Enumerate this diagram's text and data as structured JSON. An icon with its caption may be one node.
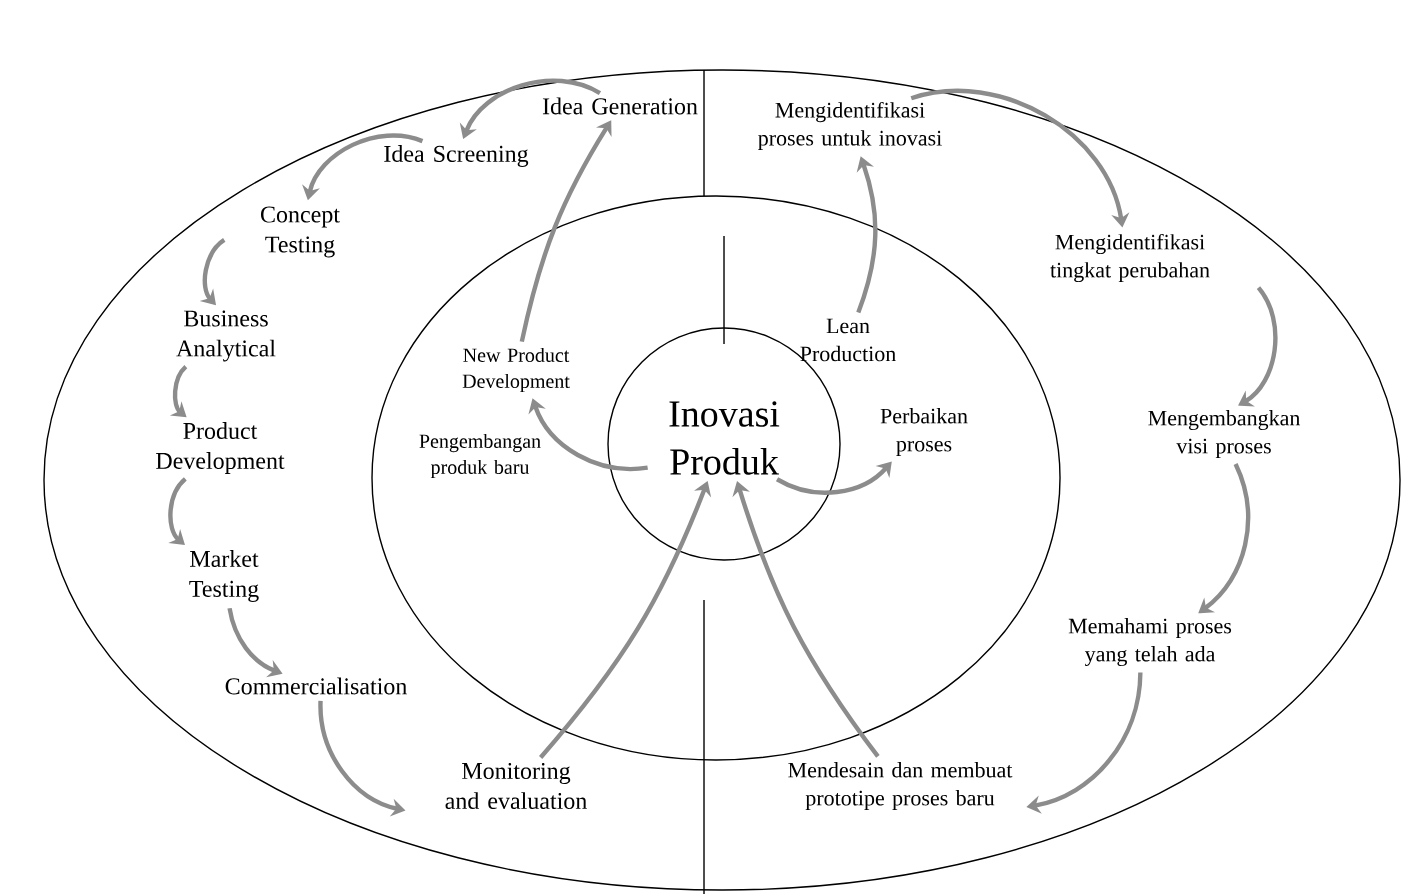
{
  "diagram": {
    "nodes": [
      {
        "text": [
          "Idea Generation"
        ]
      },
      {
        "text": [
          "Idea Screening"
        ]
      },
      {
        "text": [
          "Concept Testing"
        ]
      },
      {
        "text": [
          "Business Analytical"
        ]
      },
      {
        "text": [
          "Product Development"
        ]
      },
      {
        "text": [
          "Market Testing"
        ]
      },
      {
        "text": [
          "Commercialisation"
        ]
      },
      {
        "text": [
          "Monitoring and evaluation"
        ]
      },
      {
        "text": [
          "Mengidentifikasi proses untuk inovasi"
        ]
      },
      {
        "text": [
          "Mengidentifikasi tingkat perubahan"
        ]
      },
      {
        "text": [
          "Mengembangkan visi proses"
        ]
      },
      {
        "text": [
          "Memahami proses yang telah ada"
        ]
      },
      {
        "text": [
          "Mendesain dan membuat prototipe proses baru"
        ]
      },
      {
        "text": [
          "New Product Development"
        ]
      },
      {
        "text": [
          "Pengembangan produk baru"
        ]
      },
      {
        "text": [
          "Inovasi Produk"
        ]
      },
      {
        "text": [
          "Lean Production"
        ]
      },
      {
        "text": [
          "Perbaikan proses"
        ]
      }
    ],
    "edges": [
      {
        "from": 0,
        "to": 1,
        "arrow": "to"
      },
      {
        "from": 1,
        "to": 2,
        "arrow": "to"
      },
      {
        "from": 2,
        "to": 3,
        "arrow": "to"
      },
      {
        "from": 3,
        "to": 4,
        "arrow": "to"
      },
      {
        "from": 4,
        "to": 5,
        "arrow": "to"
      },
      {
        "from": 5,
        "to": 6,
        "arrow": "to"
      },
      {
        "from": 6,
        "to": 7,
        "arrow": "to"
      },
      {
        "from": 8,
        "to": 9,
        "arrow": "to"
      },
      {
        "from": 9,
        "to": 10,
        "arrow": "to"
      },
      {
        "from": 10,
        "to": 11,
        "arrow": "to"
      },
      {
        "from": 11,
        "to": 12,
        "arrow": "to"
      },
      {
        "from": 7,
        "to": 15,
        "arrow": "to"
      },
      {
        "from": 12,
        "to": 15,
        "arrow": "to"
      },
      {
        "from": 13,
        "to": 0,
        "arrow": "to"
      },
      {
        "from": 16,
        "to": 8,
        "arrow": "to"
      },
      {
        "from": 15,
        "to": 13,
        "arrow": "to"
      },
      {
        "from": 15,
        "to": 17,
        "arrow": "to"
      }
    ]
  }
}
